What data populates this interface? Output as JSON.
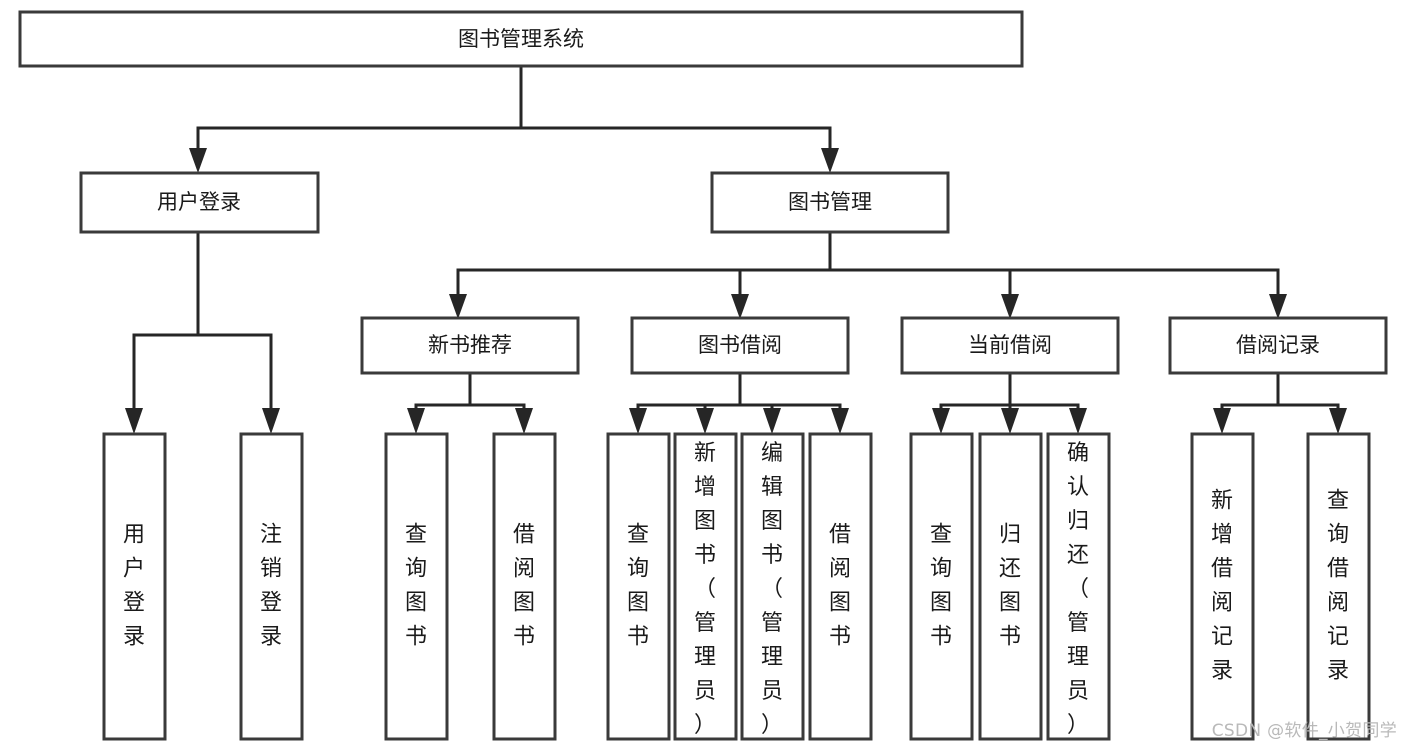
{
  "diagram": {
    "title": "图书管理系统",
    "type": "tree-hierarchy-diagram",
    "colors": {
      "box_border": "#3a3a3a",
      "connector": "#262626",
      "background": "#ffffff",
      "text": "#1a1a1a",
      "watermark": "#b9b9b9"
    },
    "root": {
      "label": "图书管理系统"
    },
    "level2": [
      {
        "label": "用户登录"
      },
      {
        "label": "图书管理"
      }
    ],
    "level3": [
      {
        "label": "新书推荐"
      },
      {
        "label": "图书借阅"
      },
      {
        "label": "当前借阅"
      },
      {
        "label": "借阅记录"
      }
    ],
    "leaves": {
      "user_login": [
        {
          "label": "用户登录"
        },
        {
          "label": "注销登录"
        }
      ],
      "new_book_recommend": [
        {
          "label": "查询图书"
        },
        {
          "label": "借阅图书"
        }
      ],
      "book_borrow": [
        {
          "label": "查询图书"
        },
        {
          "label": "新增图书（管理员）"
        },
        {
          "label": "编辑图书（管理员）"
        },
        {
          "label": "借阅图书"
        }
      ],
      "current_borrow": [
        {
          "label": "查询图书"
        },
        {
          "label": "归还图书"
        },
        {
          "label": "确认归还（管理员）"
        }
      ],
      "borrow_record": [
        {
          "label": "新增借阅记录"
        },
        {
          "label": "查询借阅记录"
        }
      ]
    }
  },
  "watermark": {
    "text": "CSDN @软件_小贺同学"
  }
}
